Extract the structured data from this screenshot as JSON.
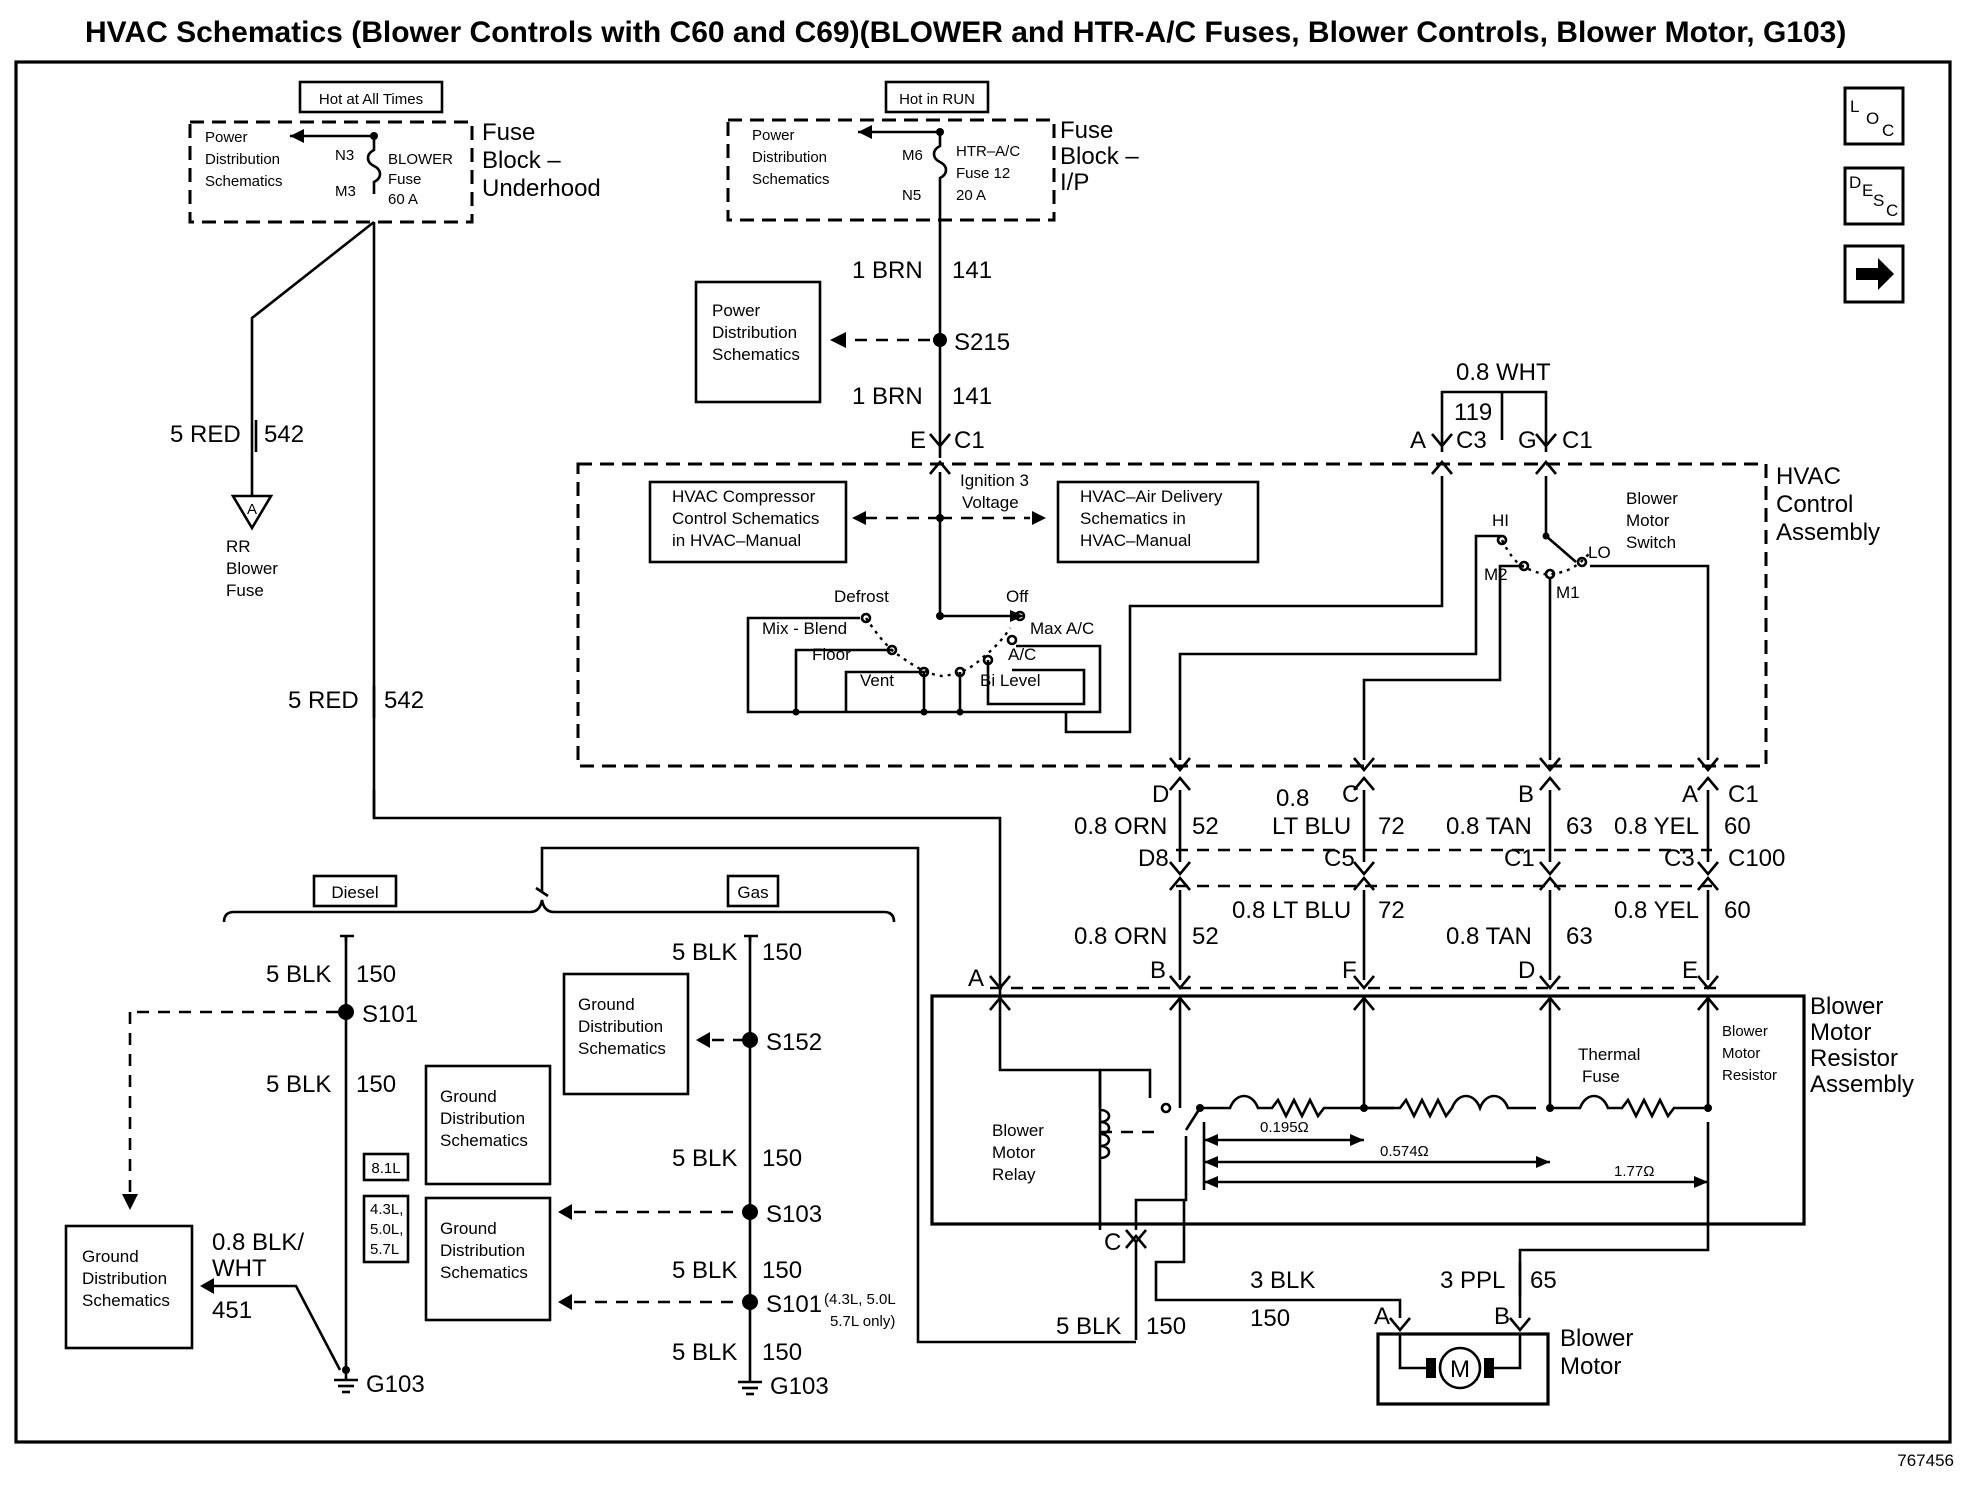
{
  "title": "HVAC Schematics (Blower Controls with C60 and C69)(BLOWER and HTR-A/C Fuses, Blower Controls, Blower Motor, G103)",
  "figure_number": "767456",
  "nav_icons": {
    "loc": "LOC",
    "desc": "DESC",
    "next": "→"
  },
  "fuse_underhood": {
    "tag": "Hot at All Times",
    "pds": [
      "Power",
      "Distribution",
      "Schematics"
    ],
    "pin_top": "N3",
    "pin_bottom": "M3",
    "fuse_label": [
      "BLOWER",
      "Fuse",
      "60 A"
    ],
    "block_label": [
      "Fuse",
      "Block –",
      "Underhood"
    ]
  },
  "fuse_ip": {
    "tag": "Hot in RUN",
    "pds": [
      "Power",
      "Distribution",
      "Schematics"
    ],
    "pin_top": "M6",
    "pin_bottom": "N5",
    "fuse_label": [
      "HTR–A/C",
      "Fuse 12",
      "20 A"
    ],
    "block_label": [
      "Fuse",
      "Block –",
      "I/P"
    ]
  },
  "wires": {
    "brn_141_top": [
      "1 BRN",
      "141"
    ],
    "brn_141_bottom": [
      "1 BRN",
      "141"
    ],
    "s215": "S215",
    "pds_side": [
      "Power",
      "Distribution",
      "Schematics"
    ],
    "red_542_a": [
      "5 RED",
      "542"
    ],
    "red_542_b": [
      "5 RED",
      "542"
    ],
    "rr_blower": [
      "RR",
      "Blower",
      "Fuse"
    ],
    "rr_connector": "A",
    "wht_119": [
      "0.8 WHT",
      "119"
    ]
  },
  "connectors_top": {
    "e": "E",
    "e_c": "C1",
    "a": "A",
    "a_c": "C3",
    "g": "G",
    "g_c": "C1"
  },
  "hvac_control": {
    "label": [
      "HVAC",
      "Control",
      "Assembly"
    ],
    "compressor_box": [
      "HVAC Compressor",
      "Control Schematics",
      "in HVAC–Manual"
    ],
    "air_delivery_box": [
      "HVAC–Air Delivery",
      "Schematics in",
      "HVAC–Manual"
    ],
    "ign_voltage": [
      "Ignition 3",
      "Voltage"
    ],
    "mode_positions": {
      "defrost": "Defrost",
      "off": "Off",
      "mix_blend": "Mix - Blend",
      "max_ac": "Max A/C",
      "floor": "Floor",
      "ac": "A/C",
      "vent": "Vent",
      "bi_level": "Bi Level"
    },
    "switch": {
      "hi": "HI",
      "lo": "LO",
      "m1": "M1",
      "m2": "M2",
      "name": [
        "Blower",
        "Motor",
        "Switch"
      ]
    }
  },
  "harness_c1": {
    "cols": [
      {
        "pin_top": "D",
        "color": "0.8 ORN",
        "circuit": "52",
        "c100": "D8",
        "color2": "0.8 ORN",
        "circuit2": "52",
        "pin_bot": "B"
      },
      {
        "pin_top": "C",
        "color": "0.8 LT BLU",
        "circuit": "72",
        "c100": "C5",
        "color2": "0.8 LT BLU",
        "circuit2": "72",
        "pin_bot": "F"
      },
      {
        "pin_top": "B",
        "color": "0.8 TAN",
        "circuit": "63",
        "c100": "C1",
        "color2": "0.8 TAN",
        "circuit2": "63",
        "pin_bot": "D"
      },
      {
        "pin_top": "A",
        "color": "0.8 YEL",
        "circuit": "60",
        "c100": "C3",
        "color2": "0.8 YEL",
        "circuit2": "60",
        "pin_bot": "E"
      }
    ],
    "c1_label": "C1",
    "c100_label": "C100",
    "lt_blu_prefix": "0.8",
    "lt_blu_name": "LT BLU"
  },
  "resistor_assembly": {
    "label": [
      "Blower",
      "Motor",
      "Resistor",
      "Assembly"
    ],
    "pin_a": "A",
    "pin_c": "C",
    "relay": [
      "Blower",
      "Motor",
      "Relay"
    ],
    "thermal": [
      "Thermal",
      "Fuse"
    ],
    "resistor": [
      "Blower",
      "Motor",
      "Resistor"
    ],
    "r1": "0.195Ω",
    "r2": "0.574Ω",
    "r3": "1.77Ω"
  },
  "blower_motor": {
    "label": [
      "Blower",
      "Motor"
    ],
    "symbol": "M",
    "pin_a": "A",
    "pin_b": "B",
    "blk": "3 BLK",
    "blk_circuit": "150",
    "ppl": "3 PPL",
    "ppl_circuit": "65",
    "ground_blk": "5 BLK",
    "ground_circuit": "150"
  },
  "ground": {
    "diesel": "Diesel",
    "gas": "Gas",
    "diesel_wires": [
      "5 BLK",
      "150",
      "5 BLK",
      "150"
    ],
    "s101": "S101",
    "g103_left": "G103",
    "blkwht": [
      "0.8 BLK/",
      "WHT",
      "451"
    ],
    "gds_left": [
      "Ground",
      "Distribution",
      "Schematics"
    ],
    "gds_s152": [
      "Ground",
      "Distribution",
      "Schematics"
    ],
    "gds_mid1": [
      "Ground",
      "Distribution",
      "Schematics"
    ],
    "gds_mid2": [
      "Ground",
      "Distribution",
      "Schematics"
    ],
    "engine_81": "8.1L",
    "engine_other": [
      "4.3L,",
      "5.0L,",
      "5.7L"
    ],
    "gas_wires": [
      "5 BLK",
      "150",
      "5 BLK",
      "150",
      "5 BLK",
      "150",
      "5 BLK",
      "150"
    ],
    "s152": "S152",
    "s103": "S103",
    "s101_gas": "S101",
    "s101_note": [
      "(4.3L, 5.0L",
      "5.7L only)"
    ],
    "g103_right": "G103"
  }
}
